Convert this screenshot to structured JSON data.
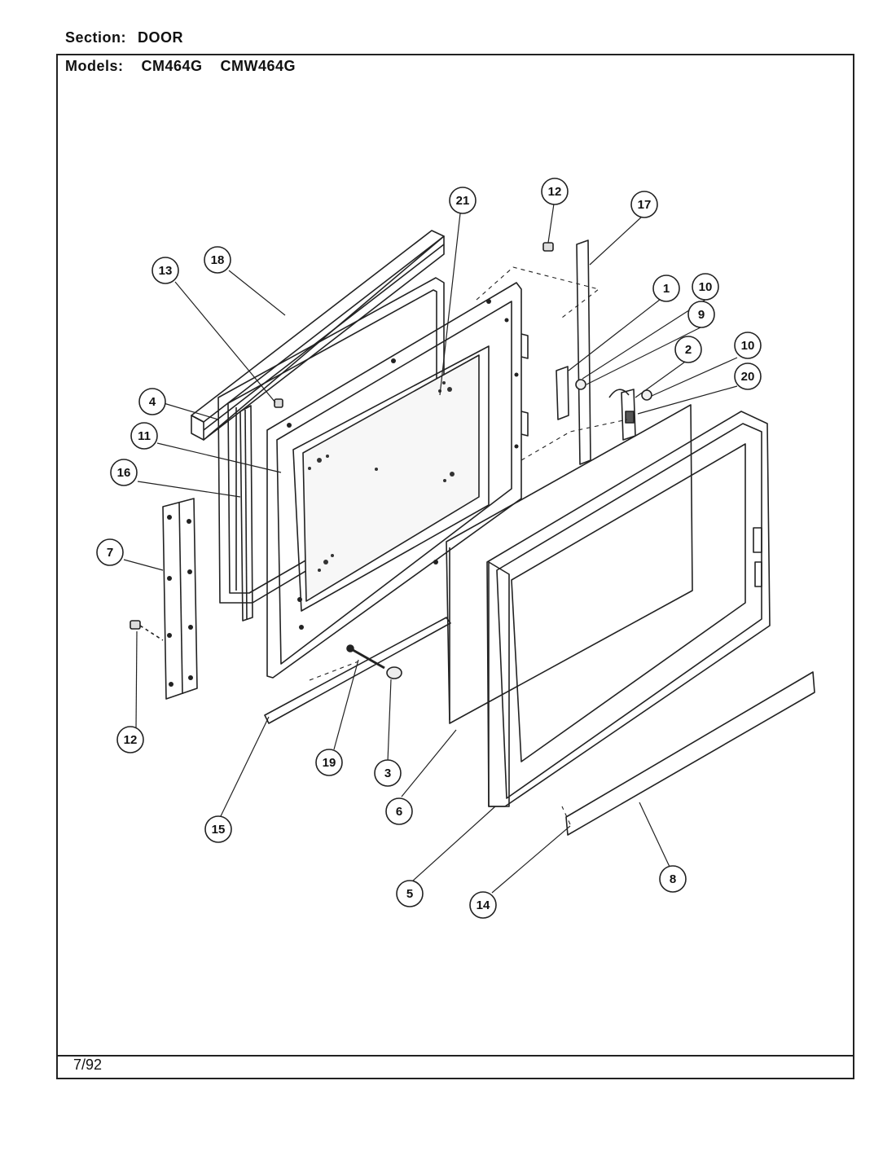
{
  "header": {
    "section_label": "Section:",
    "section_value": "DOOR",
    "models_label": "Models:",
    "models": [
      "CM464G",
      "CMW464G"
    ]
  },
  "footer": {
    "date": "7/92"
  },
  "callouts": [
    "21",
    "12",
    "17",
    "18",
    "1",
    "10",
    "9",
    "13",
    "2",
    "10",
    "4",
    "20",
    "11",
    "16",
    "7",
    "12",
    "19",
    "3",
    "15",
    "6",
    "5",
    "14",
    "8"
  ]
}
